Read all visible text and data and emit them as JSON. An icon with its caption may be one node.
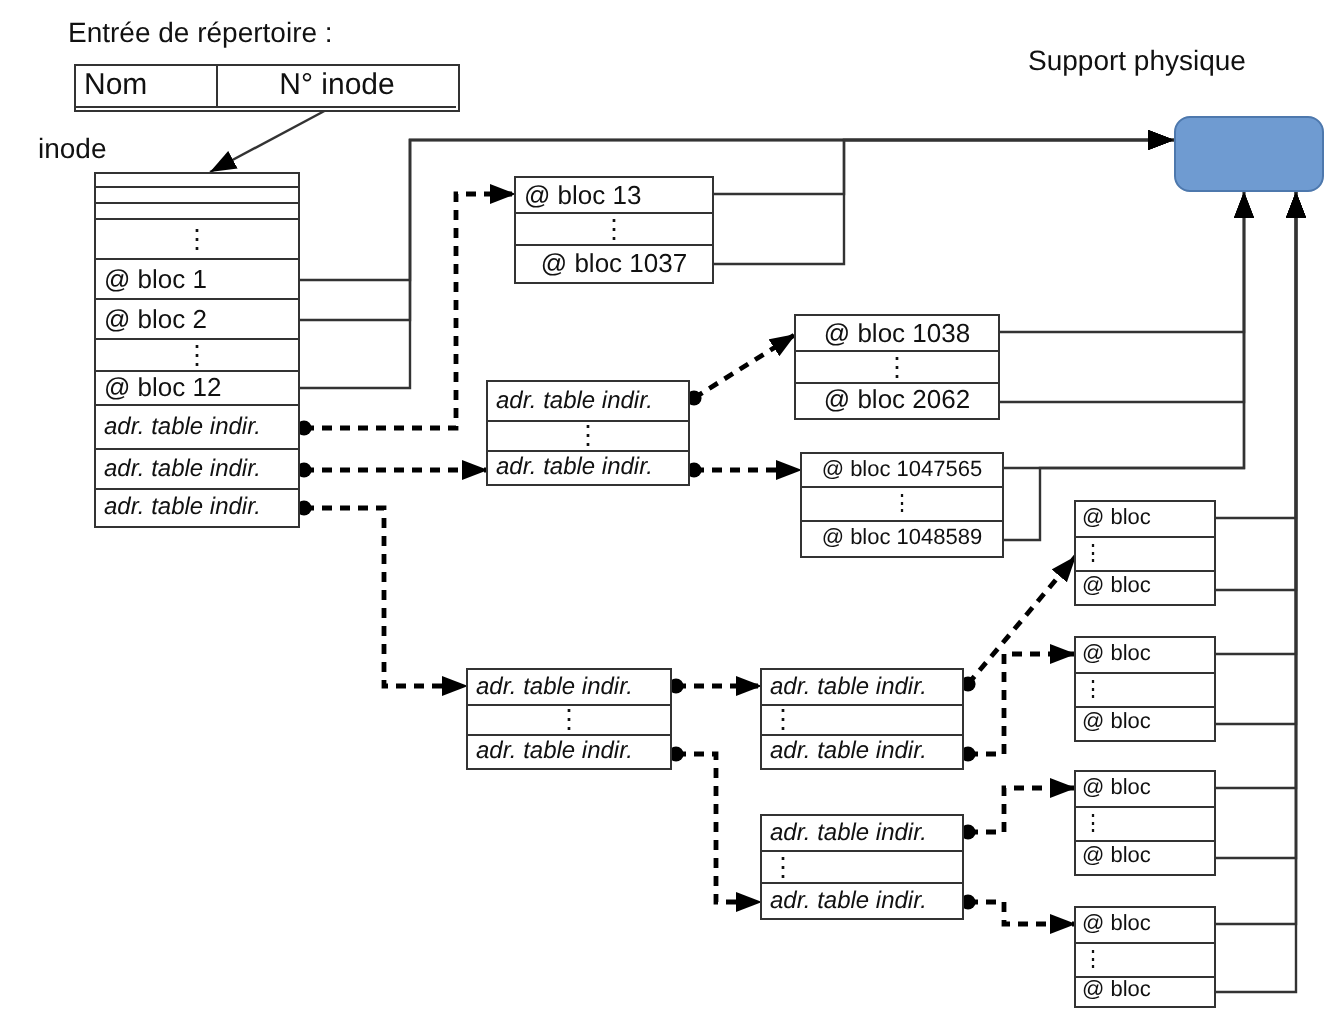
{
  "diagram": {
    "nodes": [
      {
        "text": [
          "Entrée de répertoire :"
        ]
      },
      {
        "text": [
          "Nom"
        ],
        "in": 0
      },
      {
        "text": [
          "N° inode"
        ],
        "in": 0
      },
      {
        "text": [
          "inode"
        ]
      },
      {
        "text": [],
        "shape": "box",
        "in": 3
      },
      {
        "text": [],
        "shape": "box",
        "in": 3
      },
      {
        "text": [],
        "shape": "box",
        "in": 3
      },
      {
        "text": [
          "⋮"
        ],
        "in": 3
      },
      {
        "text": [
          "@ bloc 1"
        ],
        "in": 3
      },
      {
        "text": [
          "@ bloc 2"
        ],
        "in": 3
      },
      {
        "text": [
          "⋮"
        ],
        "in": 3
      },
      {
        "text": [
          "@ bloc 12"
        ],
        "in": 3
      },
      {
        "text": [
          "adr. table indir."
        ],
        "in": 3
      },
      {
        "text": [
          "adr. table indir."
        ],
        "in": 3
      },
      {
        "text": [
          "adr. table indir."
        ],
        "in": 3
      },
      {
        "text": [],
        "shape": "box"
      },
      {
        "text": [
          "@ bloc 13"
        ],
        "in": 15
      },
      {
        "text": [
          "⋮"
        ],
        "in": 15
      },
      {
        "text": [
          "@ bloc 1037"
        ],
        "in": 15
      },
      {
        "text": [],
        "shape": "box"
      },
      {
        "text": [
          "adr. table indir."
        ],
        "in": 19
      },
      {
        "text": [
          "⋮"
        ],
        "in": 19
      },
      {
        "text": [
          "adr. table indir."
        ],
        "in": 19
      },
      {
        "text": [],
        "shape": "box"
      },
      {
        "text": [
          "@ bloc 1038"
        ],
        "in": 23
      },
      {
        "text": [
          "⋮"
        ],
        "in": 23
      },
      {
        "text": [
          "@ bloc 2062"
        ],
        "in": 23
      },
      {
        "text": [],
        "shape": "box"
      },
      {
        "text": [
          "@ bloc 1047565"
        ],
        "in": 27
      },
      {
        "text": [
          "⋮"
        ],
        "in": 27
      },
      {
        "text": [
          "@ bloc 1048589"
        ],
        "in": 27
      },
      {
        "text": [],
        "shape": "box"
      },
      {
        "text": [
          "adr. table indir."
        ],
        "in": 31
      },
      {
        "text": [
          "⋮"
        ],
        "in": 31
      },
      {
        "text": [
          "adr. table indir."
        ],
        "in": 31
      },
      {
        "text": [],
        "shape": "box"
      },
      {
        "text": [
          "adr. table indir."
        ],
        "in": 35
      },
      {
        "text": [
          "⋮"
        ],
        "in": 35
      },
      {
        "text": [
          "adr. table indir."
        ],
        "in": 35
      },
      {
        "text": [],
        "shape": "box"
      },
      {
        "text": [
          "adr. table indir."
        ],
        "in": 39
      },
      {
        "text": [
          "⋮"
        ],
        "in": 39
      },
      {
        "text": [
          "adr. table indir."
        ],
        "in": 39
      },
      {
        "text": [],
        "shape": "box"
      },
      {
        "text": [
          "@ bloc"
        ],
        "in": 43
      },
      {
        "text": [
          "⋮"
        ],
        "in": 43
      },
      {
        "text": [
          "@ bloc"
        ],
        "in": 43
      },
      {
        "text": [],
        "shape": "box"
      },
      {
        "text": [
          "@ bloc"
        ],
        "in": 47
      },
      {
        "text": [
          "⋮"
        ],
        "in": 47
      },
      {
        "text": [
          "@ bloc"
        ],
        "in": 47
      },
      {
        "text": [],
        "shape": "box"
      },
      {
        "text": [
          "@ bloc"
        ],
        "in": 51
      },
      {
        "text": [
          "⋮"
        ],
        "in": 51
      },
      {
        "text": [
          "@ bloc"
        ],
        "in": 51
      },
      {
        "text": [],
        "shape": "box"
      },
      {
        "text": [
          "@ bloc"
        ],
        "in": 55
      },
      {
        "text": [
          "⋮"
        ],
        "in": 55
      },
      {
        "text": [
          "@ bloc"
        ],
        "in": 55
      },
      {
        "text": [
          "Support physique"
        ]
      }
    ],
    "edges": [
      {
        "from": 2,
        "to": 3,
        "arrow": "to"
      },
      {
        "from": 8,
        "to": 59,
        "arrow": "to"
      },
      {
        "from": 9,
        "to": 59,
        "arrow": "to"
      },
      {
        "from": 11,
        "to": 59,
        "arrow": "to"
      },
      {
        "from": 12,
        "to": 16,
        "arrow": "to",
        "style": "dashed"
      },
      {
        "from": 13,
        "to": 22,
        "arrow": "to",
        "style": "dashed"
      },
      {
        "from": 14,
        "to": 32,
        "arrow": "to",
        "style": "dashed"
      },
      {
        "from": 16,
        "to": 59,
        "arrow": "to"
      },
      {
        "from": 18,
        "to": 59,
        "arrow": "to"
      },
      {
        "from": 20,
        "to": 24,
        "arrow": "to",
        "style": "dashed"
      },
      {
        "from": 22,
        "to": 28,
        "arrow": "to",
        "style": "dashed"
      },
      {
        "from": 24,
        "to": 59,
        "arrow": "to"
      },
      {
        "from": 26,
        "to": 59,
        "arrow": "to"
      },
      {
        "from": 28,
        "to": 59,
        "arrow": "to"
      },
      {
        "from": 30,
        "to": 59,
        "arrow": "to"
      },
      {
        "from": 32,
        "to": 36,
        "arrow": "to",
        "style": "dashed"
      },
      {
        "from": 34,
        "to": 42,
        "arrow": "to",
        "style": "dashed"
      },
      {
        "from": 36,
        "to": 45,
        "arrow": "to",
        "style": "dashed"
      },
      {
        "from": 38,
        "to": 48,
        "arrow": "to",
        "style": "dashed"
      },
      {
        "from": 40,
        "to": 52,
        "arrow": "to",
        "style": "dashed"
      },
      {
        "from": 42,
        "to": 56,
        "arrow": "to",
        "style": "dashed"
      },
      {
        "from": 44,
        "to": 59,
        "arrow": "to"
      },
      {
        "from": 46,
        "to": 59,
        "arrow": "to"
      },
      {
        "from": 48,
        "to": 59,
        "arrow": "to"
      },
      {
        "from": 50,
        "to": 59,
        "arrow": "to"
      },
      {
        "from": 52,
        "to": 59,
        "arrow": "to"
      },
      {
        "from": 54,
        "to": 59,
        "arrow": "to"
      },
      {
        "from": 56,
        "to": 59,
        "arrow": "to"
      },
      {
        "from": 58,
        "to": 59,
        "arrow": "to"
      }
    ]
  }
}
